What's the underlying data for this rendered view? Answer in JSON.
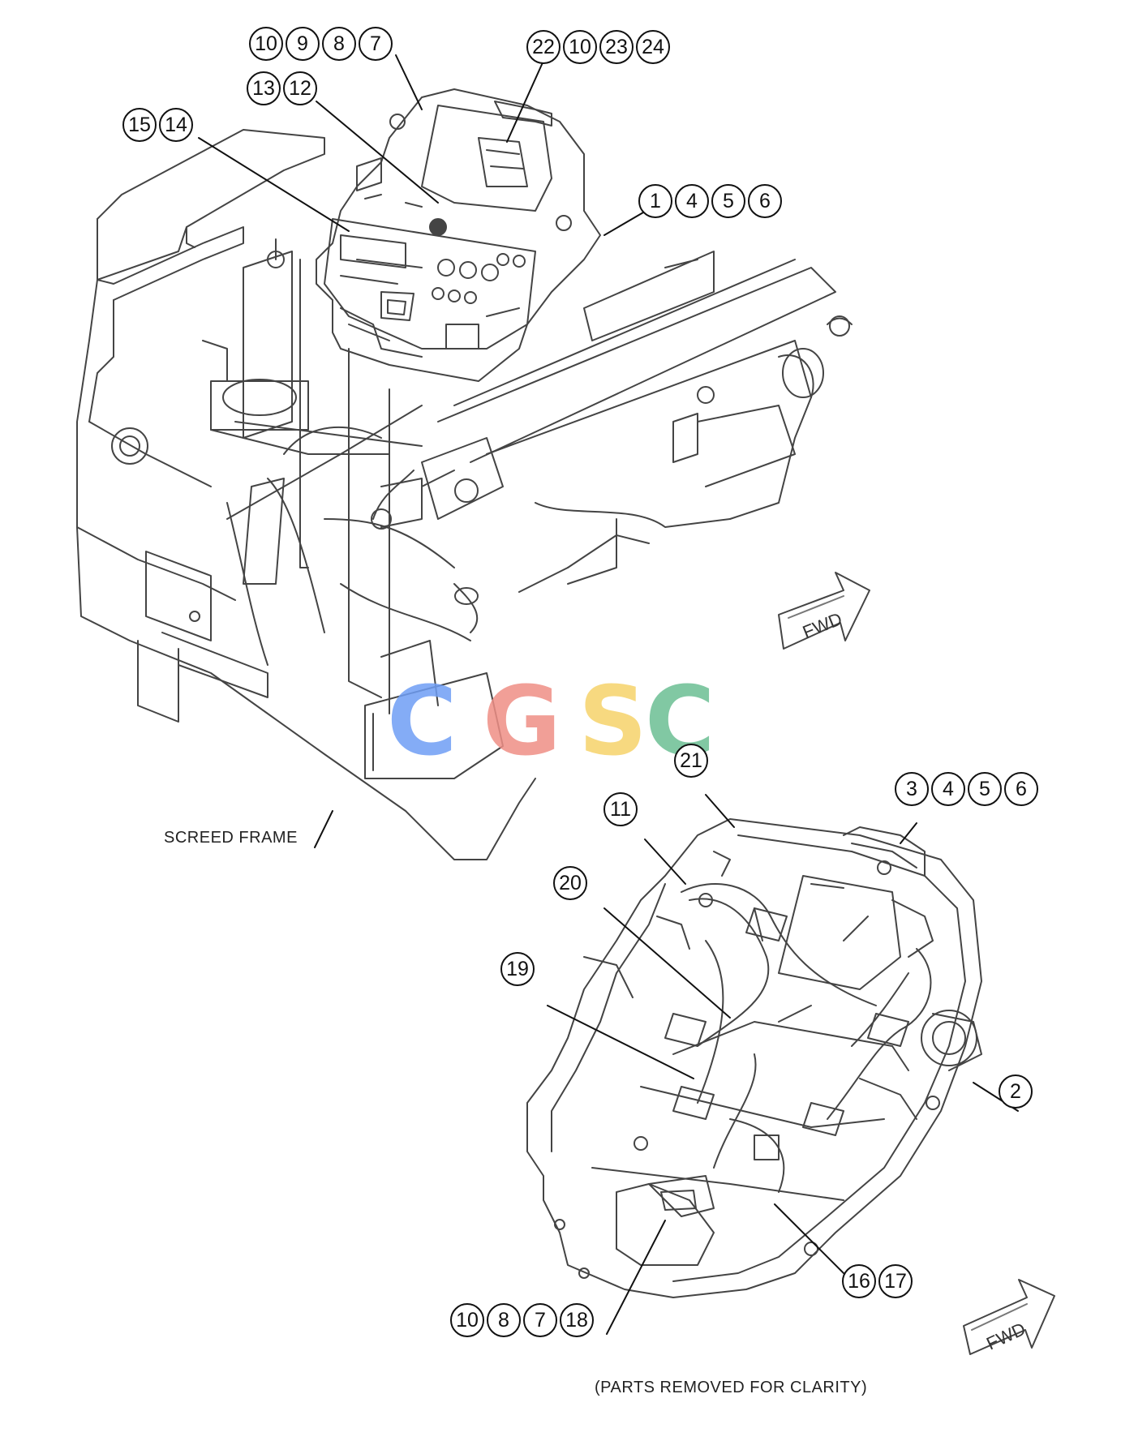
{
  "labels": {
    "screed_frame": "SCREED FRAME",
    "parts_removed": "(PARTS REMOVED FOR CLARITY)",
    "fwd_upper": "FWD",
    "fwd_lower": "FWD"
  },
  "watermark": {
    "letters": [
      "C",
      "G",
      "S",
      "C"
    ],
    "colors": [
      "#6f9ef5",
      "#ef8f86",
      "#f6d36b",
      "#6cbf94"
    ]
  },
  "callouts": {
    "g1": [
      "10",
      "9",
      "8",
      "7"
    ],
    "g2": [
      "22",
      "10",
      "23",
      "24"
    ],
    "g3": [
      "13",
      "12"
    ],
    "g4": [
      "15",
      "14"
    ],
    "g5": [
      "1",
      "4",
      "5",
      "6"
    ],
    "g6": [
      "21"
    ],
    "g7": [
      "3",
      "4",
      "5",
      "6"
    ],
    "g8": [
      "11"
    ],
    "g9": [
      "20"
    ],
    "g10": [
      "19"
    ],
    "g11": [
      "2"
    ],
    "g12": [
      "16",
      "17"
    ],
    "g13": [
      "10",
      "8",
      "7",
      "18"
    ]
  }
}
